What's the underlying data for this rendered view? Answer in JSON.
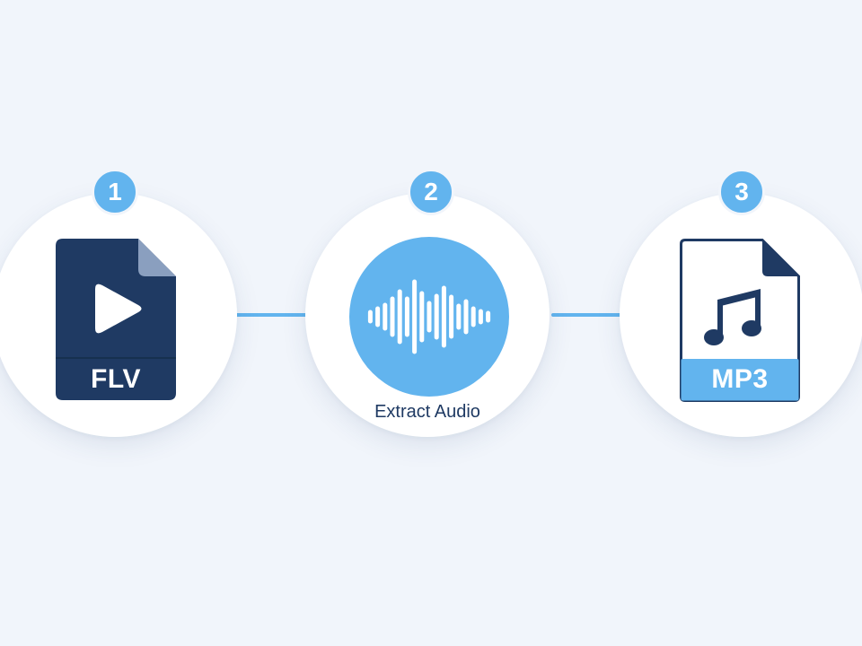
{
  "colors": {
    "background": "#f1f5fb",
    "accent": "#62b4ee",
    "navy": "#1f3a63",
    "white": "#ffffff"
  },
  "steps": [
    {
      "number": "1",
      "icon": "flv-video-file-icon",
      "label": "FLV"
    },
    {
      "number": "2",
      "icon": "audio-waveform-icon",
      "label": "Extract Audio"
    },
    {
      "number": "3",
      "icon": "mp3-music-file-icon",
      "label": "MP3"
    }
  ]
}
